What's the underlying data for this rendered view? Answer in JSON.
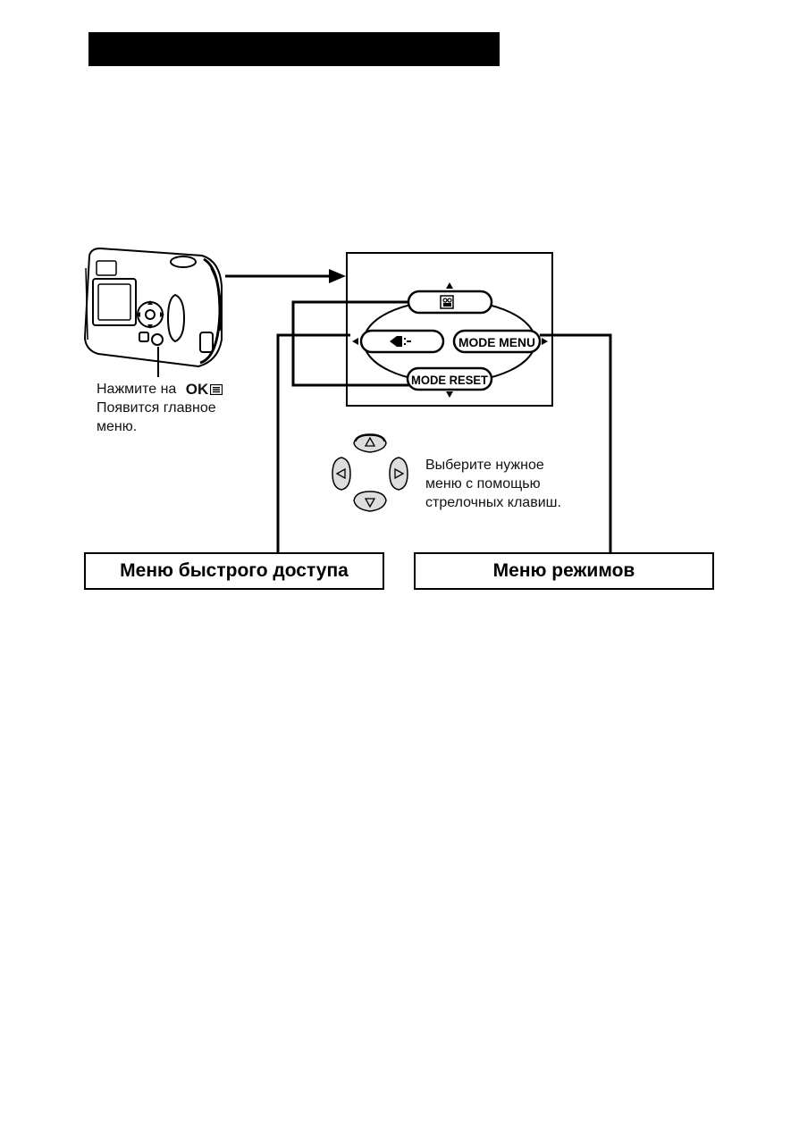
{
  "press_caption": {
    "line1": "Нажмите на",
    "ok_label": "OK",
    "line2": "Появится главное",
    "line3": "меню."
  },
  "screen": {
    "top_icon": "movie-icon",
    "left_icon": "flash-icon",
    "right_label": "MODE MENU",
    "bottom_label": "MODE RESET"
  },
  "arrows_caption": {
    "line1": "Выберите нужное",
    "line2": "меню с помощью",
    "line3": "стрелочных клавиш."
  },
  "labels": {
    "quick_menu": "Меню быстрого доступа",
    "mode_menu": "Меню режимов"
  }
}
